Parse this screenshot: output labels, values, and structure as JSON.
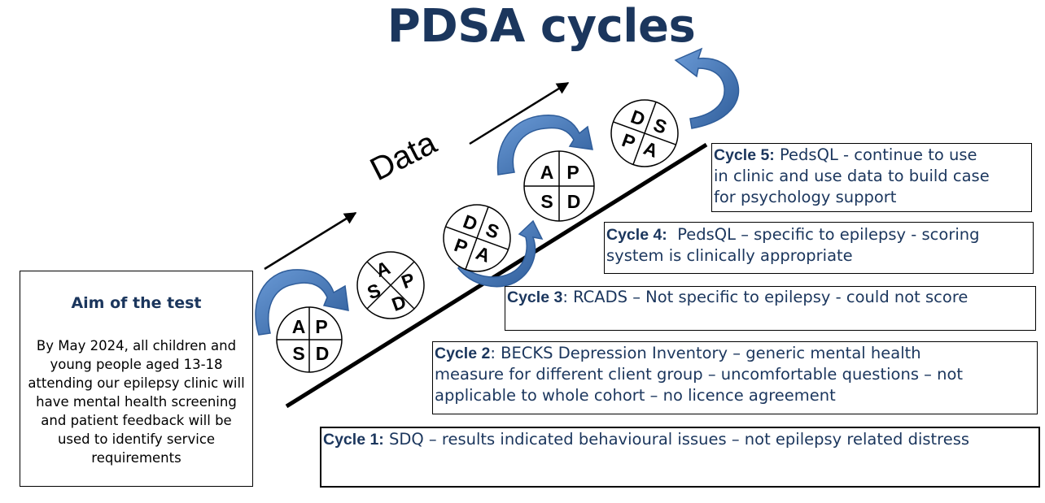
{
  "title": "PDSA cycles",
  "data_label": "Data",
  "colors": {
    "title": "#1b365d",
    "cycle_text": "#1b365d",
    "arrow_fill": "#4a7bbf",
    "arrow_dark": "#2f5d9a"
  },
  "aim": {
    "title": "Aim of the test",
    "text": "By May 2024, all children and young people aged 13-18 attending our epilepsy clinic will have mental health screening and patient feedback will be used to identify service requirements"
  },
  "cycles": [
    {
      "label": "Cycle 1:",
      "lines": [
        " SDQ – results indicated behavioural issues – not epilepsy related distress"
      ]
    },
    {
      "label": "Cycle 2",
      "lines": [
        ": BECKS Depression Inventory – generic mental health",
        "measure for different client group – uncomfortable questions – not",
        "applicable to whole cohort – no licence agreement"
      ]
    },
    {
      "label": "Cycle 3",
      "lines": [
        ": RCADS – Not specific to epilepsy - could not score"
      ]
    },
    {
      "label": "Cycle 4:",
      "lines": [
        "  PedsQL – specific to epilepsy - scoring",
        "system is clinically appropriate"
      ]
    },
    {
      "label": "Cycle 5:",
      "lines": [
        " PedsQL - continue to use",
        "in clinic and use data to build case",
        "for psychology support"
      ]
    }
  ],
  "pdsa_wheels": [
    {
      "letters": [
        "A",
        "P",
        "S",
        "D"
      ],
      "rotation": 0
    },
    {
      "letters": [
        "A",
        "P",
        "S",
        "D"
      ],
      "rotation": 45
    },
    {
      "letters": [
        "D",
        "S",
        "P",
        "A"
      ],
      "rotation": 20
    },
    {
      "letters": [
        "A",
        "P",
        "S",
        "D"
      ],
      "rotation": 0
    },
    {
      "letters": [
        "D",
        "S",
        "P",
        "A"
      ],
      "rotation": 20
    }
  ]
}
